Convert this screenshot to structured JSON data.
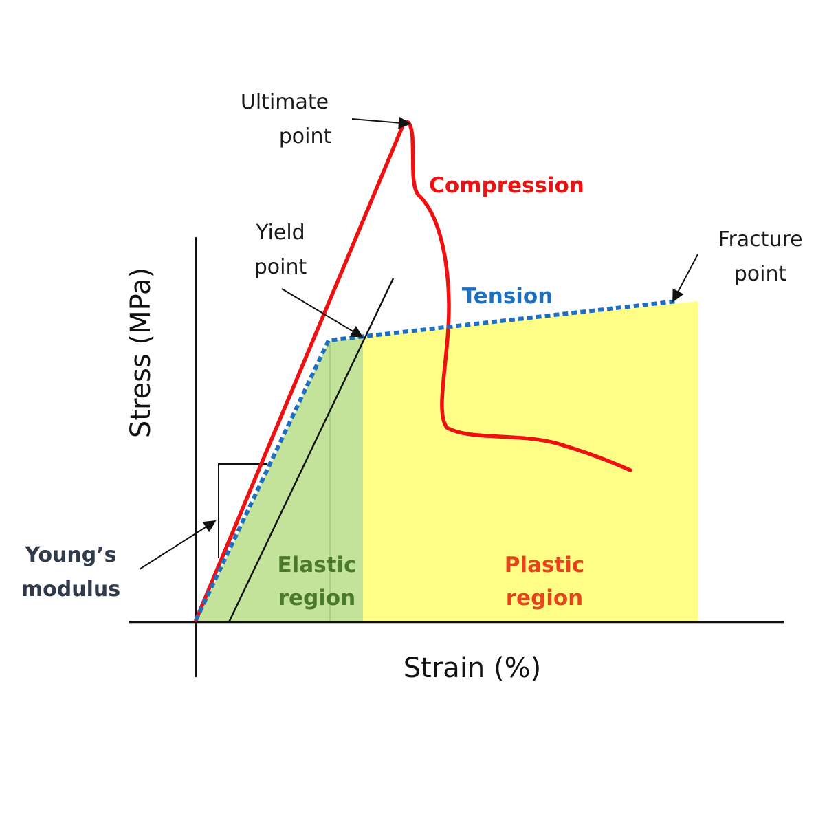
{
  "axes": {
    "x_title": "Strain (%)",
    "y_title": "Stress (MPa)"
  },
  "curves": {
    "compression": {
      "label": "Compression",
      "color": "#ee1111"
    },
    "tension": {
      "label": "Tension",
      "color": "#1f6fc0"
    }
  },
  "regions": {
    "elastic": {
      "line1": "Elastic",
      "line2": "region",
      "fill": "#c3e39a",
      "text_color": "#4a7a2a"
    },
    "plastic": {
      "line1": "Plastic",
      "line2": "region",
      "fill": "#ffff88",
      "text_color": "#e8441c"
    }
  },
  "annotations": {
    "ultimate": {
      "line1": "Ultimate",
      "line2": "point"
    },
    "yield": {
      "line1": "Yield",
      "line2": "point"
    },
    "fracture": {
      "line1": "Fracture",
      "line2": "point"
    },
    "youngs": {
      "line1": "Young’s",
      "line2": "modulus",
      "color": "#2f3a4a"
    }
  }
}
